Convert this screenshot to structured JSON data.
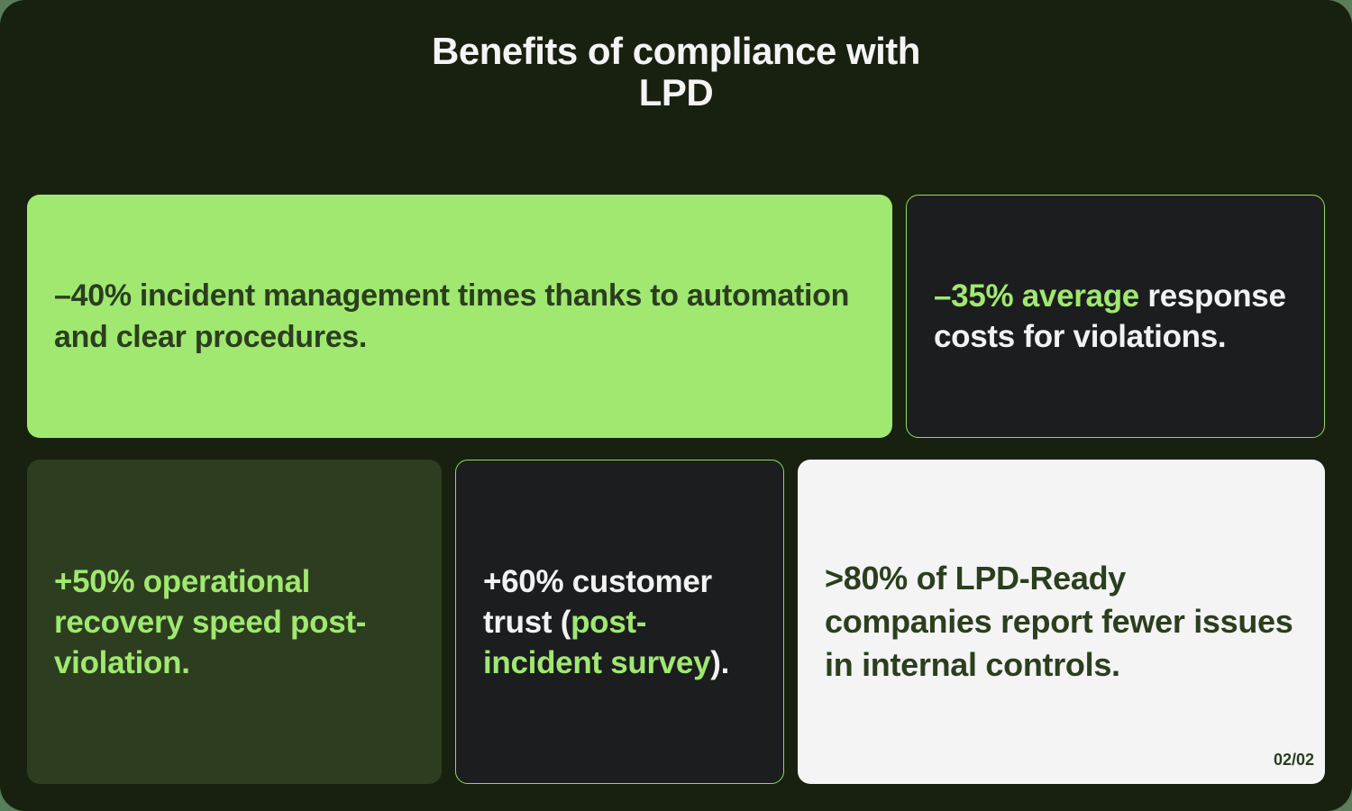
{
  "title": {
    "line1": "Benefits of compliance with",
    "line2": "LPD"
  },
  "cards": [
    {
      "id": "incident-management",
      "text": "–40% incident management times thanks to automation and clear procedures."
    },
    {
      "id": "response-costs",
      "highlight": "–35% average",
      "text": " response costs for violations."
    },
    {
      "id": "recovery-speed",
      "text": "+50% operational recovery speed post-violation."
    },
    {
      "id": "customer-trust",
      "text_before": "+60% customer trust (",
      "highlight": "post-incident survey",
      "text_after": ")."
    },
    {
      "id": "lpd-ready",
      "text": ">80% of LPD-Ready companies report fewer issues in internal controls."
    }
  ],
  "page_indicator": "02/02",
  "colors": {
    "background": "#182110",
    "accent_green": "#a0e870",
    "dark_green": "#2c3e1f",
    "dark_card": "#1c1d1f",
    "light_card": "#f4f4f4",
    "text_dark": "#2b3e1e",
    "text_light": "#f2f2f2"
  }
}
